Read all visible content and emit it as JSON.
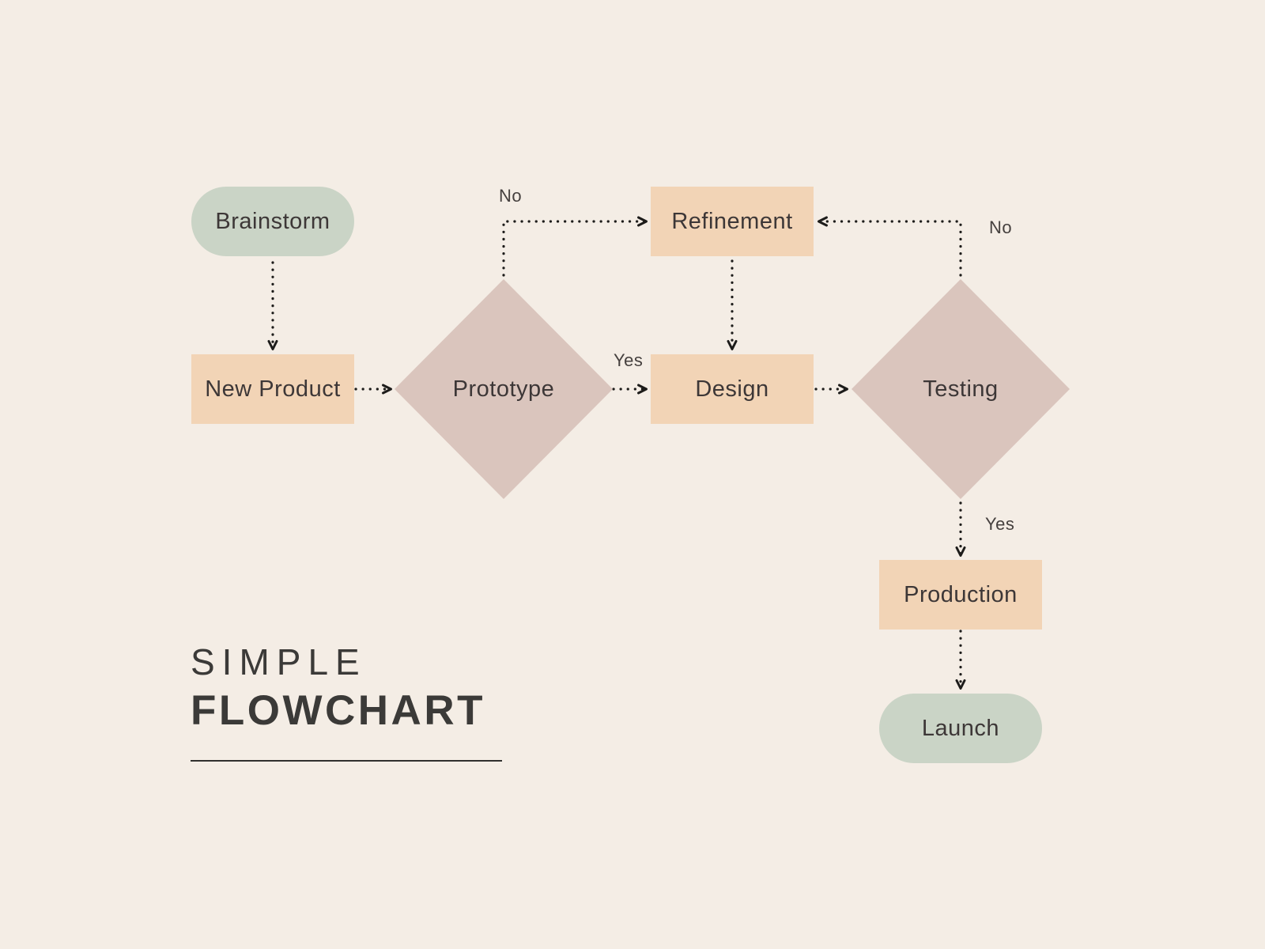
{
  "title": {
    "line1": "SIMPLE",
    "line2": "FLOWCHART"
  },
  "nodes": [
    {
      "id": "brainstorm",
      "label": "Brainstorm",
      "type": "terminator"
    },
    {
      "id": "new-product",
      "label": "New Product",
      "type": "process"
    },
    {
      "id": "prototype",
      "label": "Prototype",
      "type": "decision"
    },
    {
      "id": "refinement",
      "label": "Refinement",
      "type": "process"
    },
    {
      "id": "design",
      "label": "Design",
      "type": "process"
    },
    {
      "id": "testing",
      "label": "Testing",
      "type": "decision"
    },
    {
      "id": "production",
      "label": "Production",
      "type": "process"
    },
    {
      "id": "launch",
      "label": "Launch",
      "type": "terminator"
    }
  ],
  "edges": [
    {
      "from": "Brainstorm",
      "to": "New Product",
      "label": ""
    },
    {
      "from": "New Product",
      "to": "Prototype",
      "label": ""
    },
    {
      "from": "Prototype",
      "to": "Refinement",
      "label": "No"
    },
    {
      "from": "Prototype",
      "to": "Design",
      "label": "Yes"
    },
    {
      "from": "Refinement",
      "to": "Design",
      "label": ""
    },
    {
      "from": "Design",
      "to": "Testing",
      "label": ""
    },
    {
      "from": "Testing",
      "to": "Refinement",
      "label": "No"
    },
    {
      "from": "Testing",
      "to": "Production",
      "label": "Yes"
    },
    {
      "from": "Production",
      "to": "Launch",
      "label": ""
    }
  ],
  "colors": {
    "bg": "#f4ede5",
    "sage": "#cad4c6",
    "peach": "#f2d4b6",
    "mauve": "#dac5bd",
    "ink": "#1d1c1a",
    "text": "#3d3737",
    "title": "#3b3a38"
  }
}
